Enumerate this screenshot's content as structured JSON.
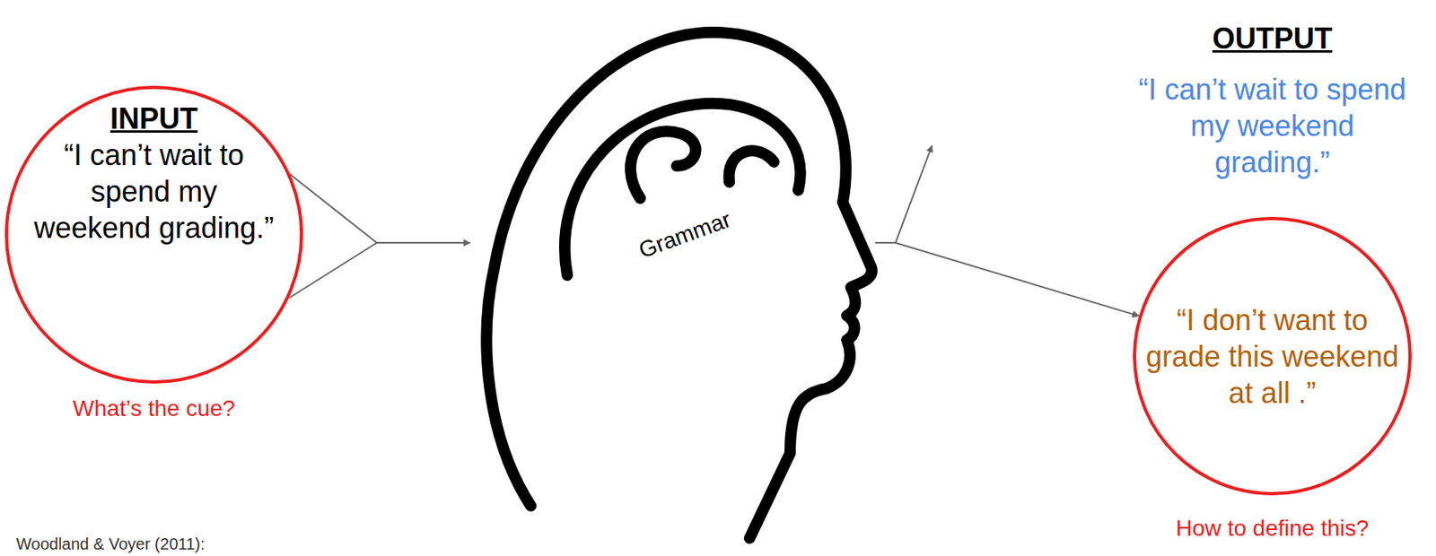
{
  "diagram": {
    "nodes": [
      {
        "text": [
          "INPUT",
          "“I can’t wait to spend my weekend grading.”"
        ]
      },
      {
        "text": [
          "Grammar"
        ]
      },
      {
        "text": [
          "“I can’t wait to spend my weekend grading.”"
        ]
      },
      {
        "text": [
          "“I don’t want to grade this weekend at all .”"
        ]
      }
    ],
    "edges": [
      {
        "from": 0,
        "to": 1,
        "arrow": "to"
      },
      {
        "from": 1,
        "to": 2,
        "arrow": "to"
      },
      {
        "from": 1,
        "to": 3,
        "arrow": "to"
      }
    ],
    "labels": [
      "OUTPUT",
      "What’s the cue?",
      "How to define this?",
      "Woodland & Voyer (2011):"
    ]
  }
}
